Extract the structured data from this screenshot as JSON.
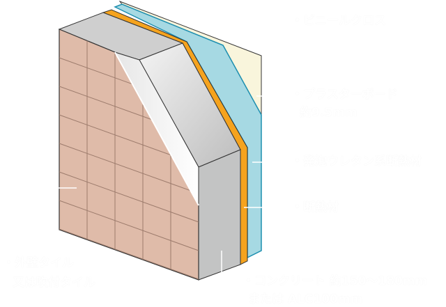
{
  "labels": {
    "vinyl_cloth": "・ビニールクロス",
    "plaster_board": "・プラスターボード",
    "plaster_board_thickness": "約9.5mm",
    "urethane": "・発泡ウレタン系断熱材",
    "insulation": "・断熱材",
    "tile_line1": "・外壁タイル",
    "tile_line2": "又は吹付タイル",
    "concrete_line1": "・コンクリート 約150～180mm",
    "concrete_line2": "または ALC100mm"
  },
  "colors": {
    "tile": "#dfbba9",
    "concrete": "#c3c4c4",
    "orange": "#f5a31e",
    "blue": "#a6d9e3",
    "cream": "#f9f5dc"
  }
}
